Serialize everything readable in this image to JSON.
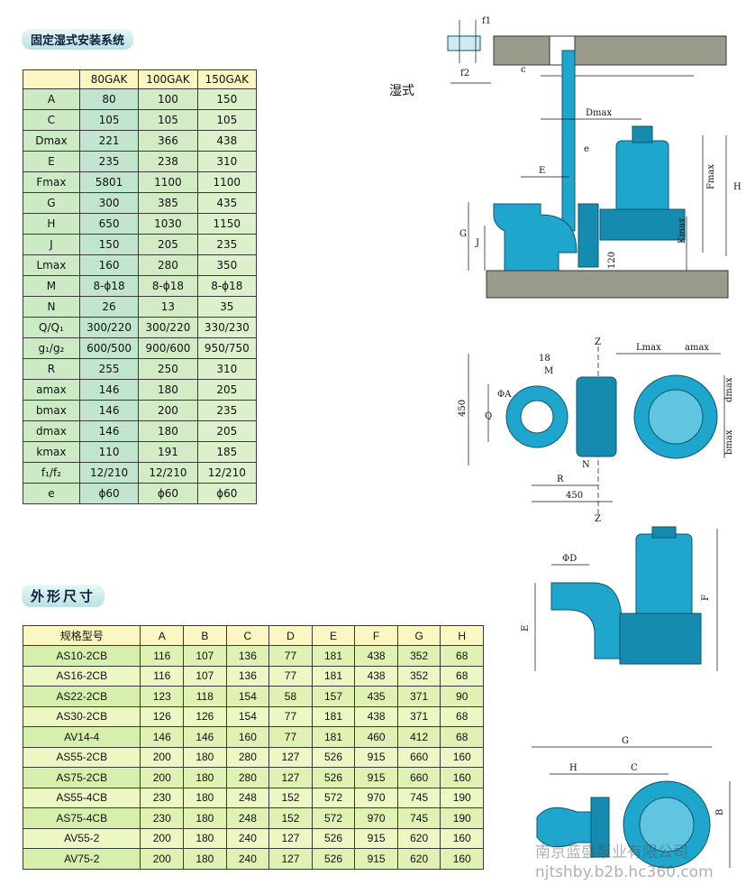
{
  "section1": {
    "title": "固定湿式安装系统",
    "headers": [
      "",
      "80GAK",
      "100GAK",
      "150GAK"
    ],
    "rows": [
      [
        "A",
        "80",
        "100",
        "150"
      ],
      [
        "C",
        "105",
        "105",
        "105"
      ],
      [
        "Dmax",
        "221",
        "366",
        "438"
      ],
      [
        "E",
        "235",
        "238",
        "310"
      ],
      [
        "Fmax",
        "5801",
        "1100",
        "1100"
      ],
      [
        "G",
        "300",
        "385",
        "435"
      ],
      [
        "H",
        "650",
        "1030",
        "1150"
      ],
      [
        "J",
        "150",
        "205",
        "235"
      ],
      [
        "Lmax",
        "160",
        "280",
        "350"
      ],
      [
        "M",
        "8-ϕ18",
        "8-ϕ18",
        "8-ϕ18"
      ],
      [
        "N",
        "26",
        "13",
        "35"
      ],
      [
        "Q/Q₁",
        "300/220",
        "300/220",
        "330/230"
      ],
      [
        "g₁/g₂",
        "600/500",
        "900/600",
        "950/750"
      ],
      [
        "R",
        "255",
        "250",
        "310"
      ],
      [
        "amax",
        "146",
        "180",
        "205"
      ],
      [
        "bmax",
        "146",
        "200",
        "235"
      ],
      [
        "dmax",
        "146",
        "180",
        "205"
      ],
      [
        "kmax",
        "110",
        "191",
        "185"
      ],
      [
        "f₁/f₂",
        "12/210",
        "12/210",
        "12/210"
      ],
      [
        "e",
        "ϕ60",
        "ϕ60",
        "ϕ60"
      ]
    ]
  },
  "section2": {
    "title": "外形尺寸",
    "headers": [
      "规格型号",
      "A",
      "B",
      "C",
      "D",
      "E",
      "F",
      "G",
      "H"
    ],
    "rows": [
      [
        "AS10-2CB",
        "116",
        "107",
        "136",
        "77",
        "181",
        "438",
        "352",
        "68"
      ],
      [
        "AS16-2CB",
        "116",
        "107",
        "136",
        "77",
        "181",
        "438",
        "352",
        "68"
      ],
      [
        "AS22-2CB",
        "123",
        "118",
        "154",
        "58",
        "157",
        "435",
        "371",
        "90"
      ],
      [
        "AS30-2CB",
        "126",
        "126",
        "154",
        "77",
        "181",
        "438",
        "371",
        "68"
      ],
      [
        "AV14-4",
        "146",
        "146",
        "160",
        "77",
        "181",
        "460",
        "412",
        "68"
      ],
      [
        "AS55-2CB",
        "200",
        "180",
        "280",
        "127",
        "526",
        "915",
        "660",
        "160"
      ],
      [
        "AS75-2CB",
        "200",
        "180",
        "280",
        "127",
        "526",
        "915",
        "660",
        "160"
      ],
      [
        "AS55-4CB",
        "230",
        "180",
        "248",
        "152",
        "572",
        "970",
        "745",
        "190"
      ],
      [
        "AS75-4CB",
        "230",
        "180",
        "248",
        "152",
        "572",
        "970",
        "745",
        "190"
      ],
      [
        "AV55-2",
        "200",
        "180",
        "240",
        "127",
        "526",
        "915",
        "620",
        "160"
      ],
      [
        "AV75-2",
        "200",
        "180",
        "240",
        "127",
        "526",
        "915",
        "620",
        "160"
      ]
    ]
  },
  "drawings": {
    "wet_label": "湿式",
    "side_view_labels": {
      "f1": "f1",
      "f2": "f2",
      "c": "c",
      "dmax": "Dmax",
      "e": "e",
      "E": "E",
      "fmax": "Fmax",
      "H": "H",
      "G": "G",
      "J": "J",
      "kmax": "Kmax",
      "h120": "120"
    },
    "top_view_labels": {
      "z": "Z",
      "lmax": "Lmax",
      "amax": "amax",
      "n18": "18",
      "m": "M",
      "phiA": "ΦA",
      "q": "Q",
      "d450": "450",
      "dmax": "dmax",
      "bmax": "bmax",
      "r": "R",
      "n": "N"
    },
    "pump_front_labels": {
      "phiD": "ΦD",
      "E": "E",
      "F": "F"
    },
    "pump_top_labels": {
      "G": "G",
      "H": "H",
      "C": "C",
      "B": "B"
    }
  },
  "watermark": {
    "line1": "南京蓝盛泵业有限公司",
    "line2": "njtshby.b2b.hc360.com"
  },
  "colors": {
    "pump_body": "#1fa6cc",
    "table1_header": "#fbf6c2",
    "table2_body": "#dff2b3"
  }
}
